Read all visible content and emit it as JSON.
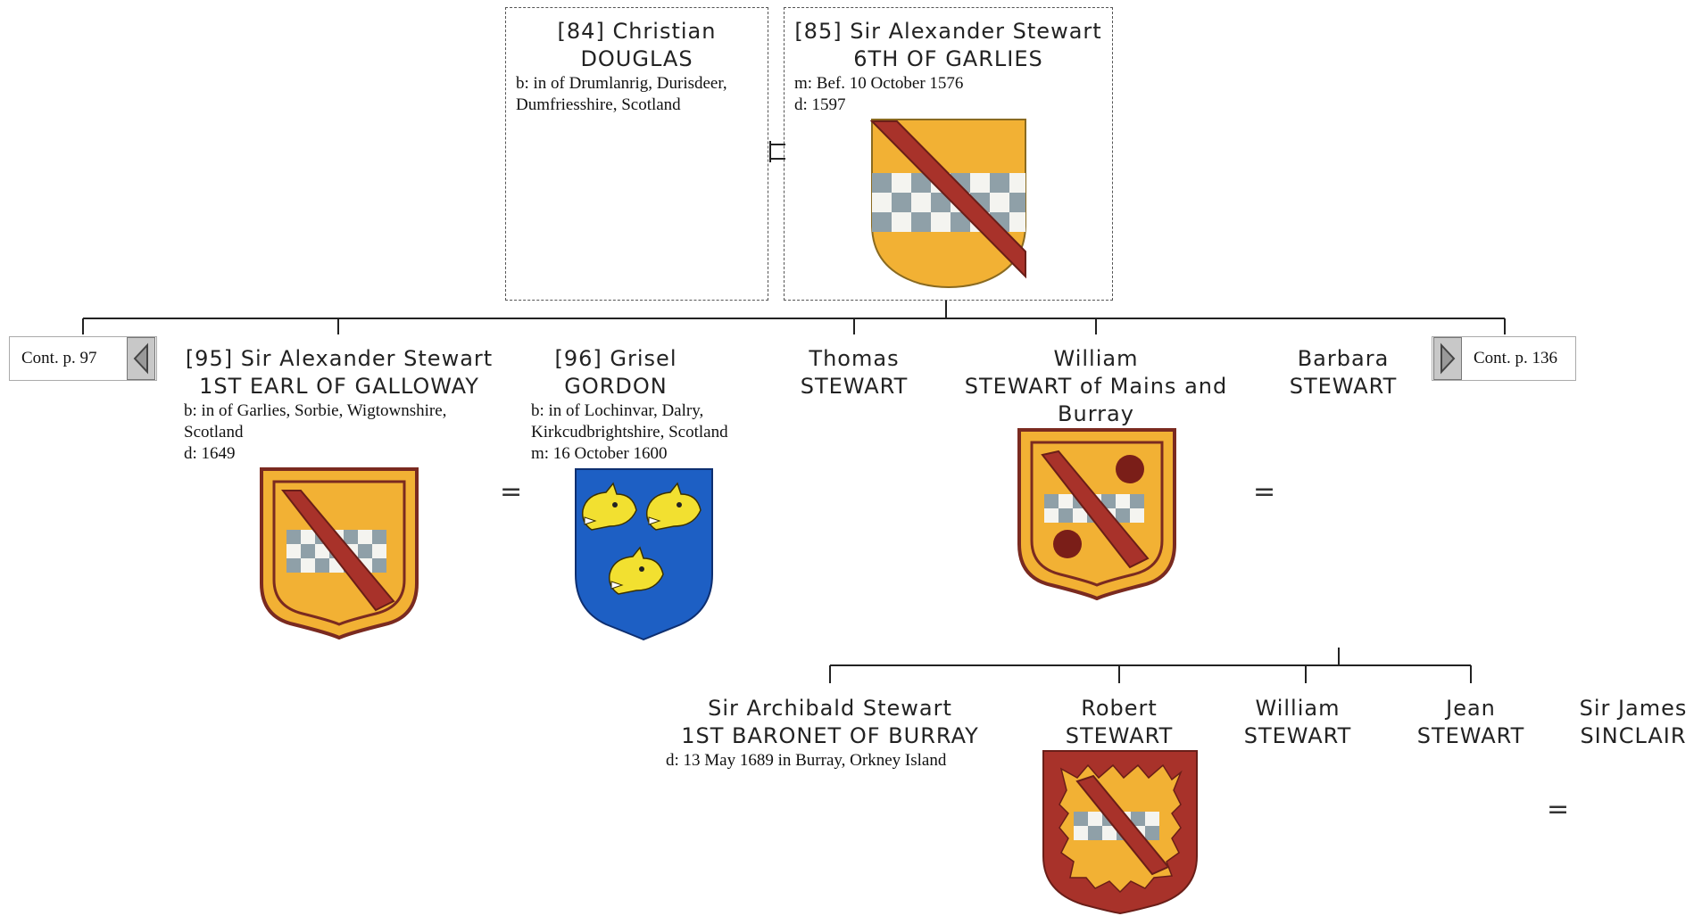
{
  "parents": {
    "mother": {
      "name_line1": "[84] Christian",
      "name_line2": "DOUGLAS",
      "facts": [
        "b: in of Drumlanrig, Durisdeer,",
        "Dumfriesshire, Scotland"
      ]
    },
    "father": {
      "name_line1": "[85] Sir Alexander Stewart",
      "name_line2": "6TH OF GARLIES",
      "facts": [
        "m: Bef. 10 October 1576",
        "d: 1597"
      ],
      "arms": "stewart-bend-checky-arms"
    }
  },
  "nav": {
    "left": {
      "label": "Cont. p. 97",
      "icon": "left-arrow-icon"
    },
    "right": {
      "label": "Cont. p. 136",
      "icon": "right-arrow-icon"
    }
  },
  "children": [
    {
      "name_line1": "[95] Sir Alexander Stewart",
      "name_line2": "1ST EARL OF GALLOWAY",
      "facts": [
        "b: in of Garlies, Sorbie, Wigtownshire,",
        "Scotland",
        "d: 1649"
      ],
      "arms": "stewart-galloway-arms"
    },
    {
      "name_line1": "[96] Grisel",
      "name_line2": "GORDON",
      "facts": [
        "b: in of Lochinvar, Dalry,",
        "Kirkcudbrightshire, Scotland",
        "m: 16 October 1600"
      ],
      "arms": "gordon-boars-heads-arms"
    },
    {
      "name_line1": "Thomas",
      "name_line2": "STEWART"
    },
    {
      "name_line1": "William",
      "name_line2": "STEWART of Mains and",
      "name_line3": "Burray",
      "arms": "stewart-lions-arms"
    },
    {
      "name_line1": "Barbara",
      "name_line2": "STEWART"
    }
  ],
  "grandchildren": [
    {
      "name_line1": "Sir Archibald Stewart",
      "name_line2": "1ST BARONET OF BURRAY",
      "facts": [
        "d: 13 May 1689 in Burray, Orkney Island"
      ]
    },
    {
      "name_line1": "Robert",
      "name_line2": "STEWART",
      "arms": "stewart-engrailed-arms"
    },
    {
      "name_line1": "William",
      "name_line2": "STEWART"
    },
    {
      "name_line1": "Jean",
      "name_line2": "STEWART"
    },
    {
      "name_line1": "Sir James",
      "name_line2": "SINCLAIR"
    }
  ],
  "marriage_symbol": "=",
  "colors": {
    "gold": "#f2b134",
    "bend_red": "#a8322a",
    "checky_blue": "#8fa0a8",
    "gordon_blue": "#1d5fc4",
    "boar_yellow": "#f2e030"
  }
}
